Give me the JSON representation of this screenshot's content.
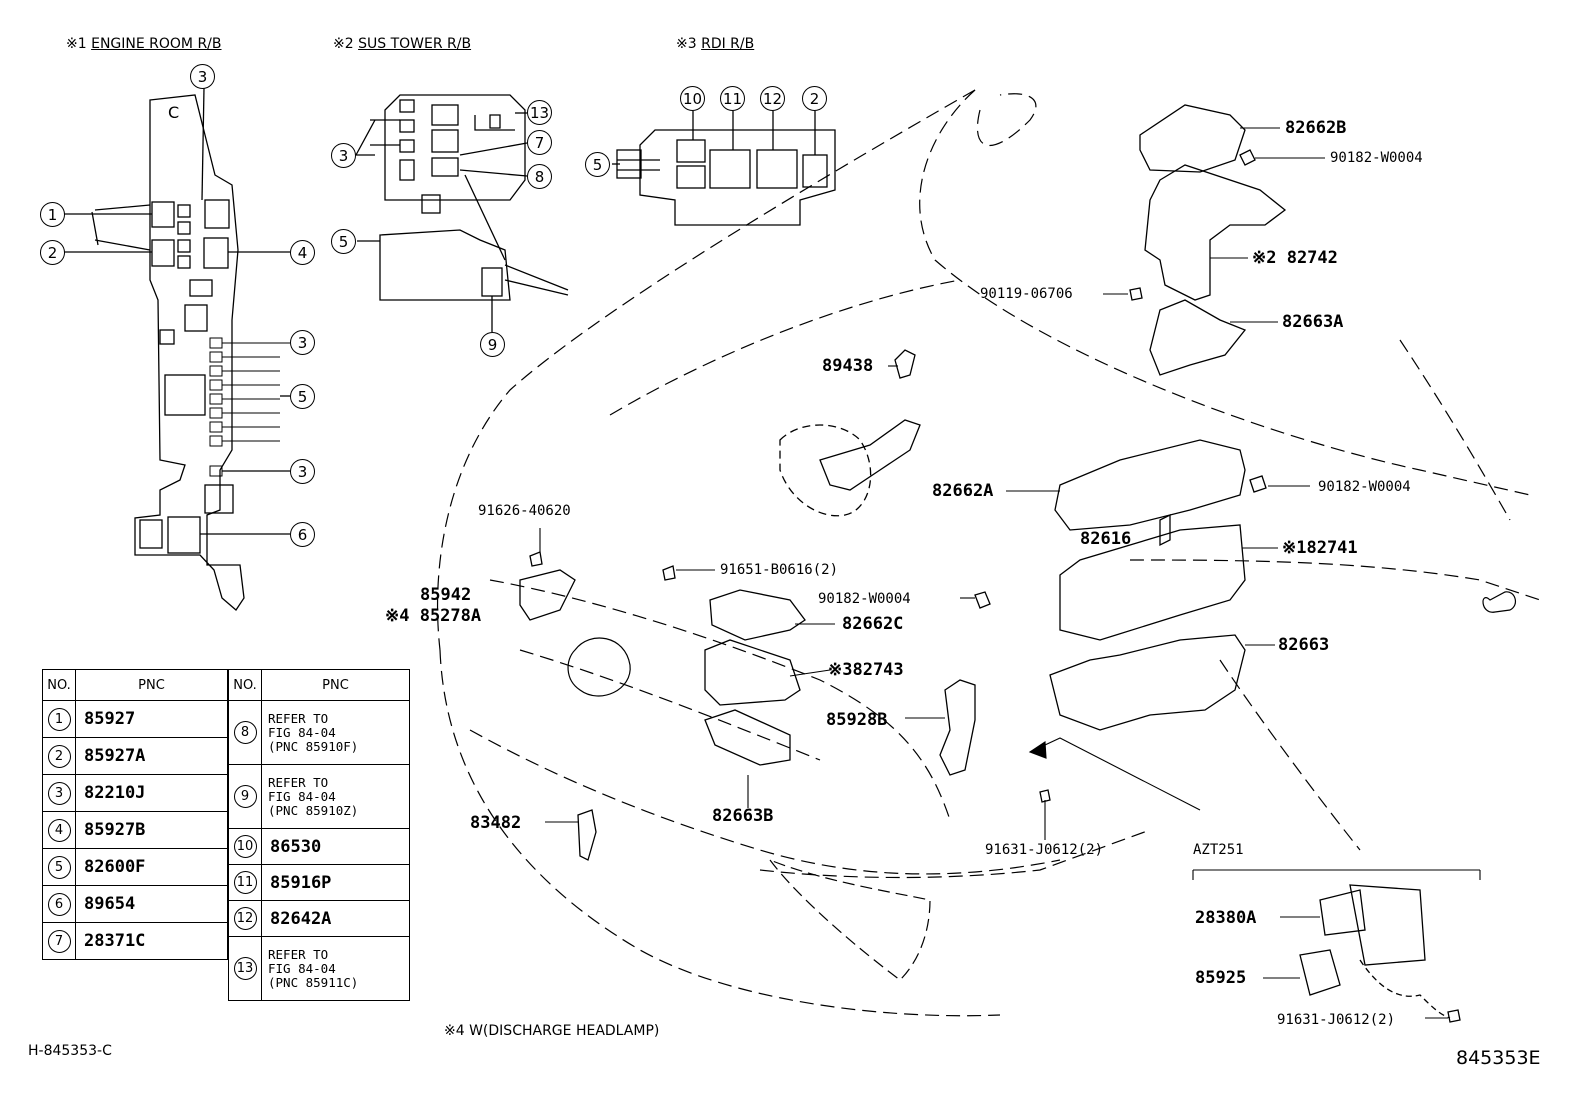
{
  "headers": {
    "engine_room": {
      "mark": "※1",
      "title": "ENGINE ROOM R/B"
    },
    "sus_tower": {
      "mark": "※2",
      "title": "SUS TOWER R/B"
    },
    "rdi": {
      "mark": "※3",
      "title": "RDI R/B"
    }
  },
  "callouts": {
    "c1_3": "3",
    "c1_1": "1",
    "c1_2": "2",
    "c1_4": "4",
    "c1_3b": "3",
    "c1_5": "5",
    "c1_3c": "3",
    "c1_6": "6",
    "c2_13": "13",
    "c2_3": "3",
    "c2_7": "7",
    "c2_8": "8",
    "c2_5": "5",
    "c2_9": "9",
    "c3_10": "10",
    "c3_11": "11",
    "c3_12": "12",
    "c3_2": "2",
    "c3_5": "5"
  },
  "parts": {
    "p82662B": "82662B",
    "p90182_a": "90182-W0004",
    "p82742": "※2 82742",
    "p90119": "90119-06706",
    "p82663A": "82663A",
    "p89438": "89438",
    "p82662A": "82662A",
    "p90182_b": "90182-W0004",
    "p82616": "82616",
    "p82741": "※182741",
    "p91626": "91626-40620",
    "p91651": "91651-B0616(2)",
    "p85942": "85942",
    "p85278A": "※4 85278A",
    "p90182_c": "90182-W0004",
    "p82662C": "82662C",
    "p82743": "※382743",
    "p82663": "82663",
    "p85928B": "85928B",
    "p83482": "83482",
    "p82663B": "82663B",
    "p91631_a": "91631-J0612(2)",
    "p_azt": "AZT251",
    "p28380A": "28380A",
    "p85925": "85925",
    "p91631_b": "91631-J0612(2)"
  },
  "table": {
    "col_no": "NO.",
    "col_pnc": "PNC",
    "left": [
      {
        "no": "1",
        "pnc": "85927"
      },
      {
        "no": "2",
        "pnc": "85927A"
      },
      {
        "no": "3",
        "pnc": "82210J"
      },
      {
        "no": "4",
        "pnc": "85927B"
      },
      {
        "no": "5",
        "pnc": "82600F"
      },
      {
        "no": "6",
        "pnc": "89654"
      },
      {
        "no": "7",
        "pnc": "28371C"
      }
    ],
    "right": [
      {
        "no": "8",
        "lines": [
          "REFER TO",
          "FIG 84-04",
          "(PNC 85910F)"
        ]
      },
      {
        "no": "9",
        "lines": [
          "REFER TO",
          "FIG 84-04",
          "(PNC 85910Z)"
        ]
      },
      {
        "no": "10",
        "pnc": "86530"
      },
      {
        "no": "11",
        "pnc": "85916P"
      },
      {
        "no": "12",
        "pnc": "82642A"
      },
      {
        "no": "13",
        "lines": [
          "REFER TO",
          "FIG 84-04",
          "(PNC 85911C)"
        ]
      }
    ]
  },
  "footnote": "※4 W(DISCHARGE HEADLAMP)",
  "figure_code_left": "H-845353-C",
  "figure_code_right": "845353E"
}
